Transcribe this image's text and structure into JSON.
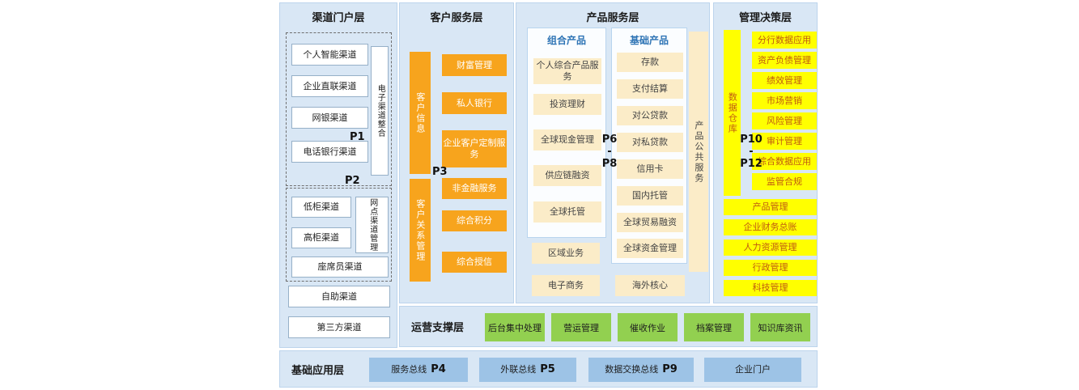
{
  "channel": {
    "title": "渠道门户层",
    "p1": "P1",
    "p2": "P2",
    "group1_items": [
      "个人智能渠道",
      "企业直联渠道",
      "网银渠道",
      "电话银行渠道"
    ],
    "group1_vertical": "电子渠道整合",
    "group2_items": [
      "低柜渠道",
      "高柜渠道"
    ],
    "group2_vertical": "网点渠道管理",
    "group2_bottom": "座席员渠道",
    "standalone": [
      "自助渠道",
      "第三方渠道"
    ]
  },
  "customer": {
    "title": "客户服务层",
    "p3": "P3",
    "info_vertical": "客户信息",
    "info_items": [
      "财富管理",
      "私人银行",
      "企业客户定制服务"
    ],
    "crm_vertical": "客户关系管理",
    "crm_items": [
      "非金融服务",
      "综合积分",
      "综合授信"
    ]
  },
  "product": {
    "title": "产品服务层",
    "p_range": "P6\n-\nP8",
    "combo_header": "组合产品",
    "combo_items": [
      "个人综合产品服务",
      "投资理财",
      "全球现金管理",
      "供应链融资",
      "全球托管"
    ],
    "basic_header": "基础产品",
    "basic_items": [
      "存款",
      "支付结算",
      "对公贷款",
      "对私贷款",
      "信用卡",
      "国内托管",
      "全球贸易融资",
      "全球资金管理"
    ],
    "public_vertical": "产品公共服务",
    "regional": "区域业务",
    "ecommerce": "电子商务",
    "overseas": "海外核心"
  },
  "management": {
    "title": "管理决策层",
    "p_range": "P10\n-\nP12",
    "warehouse_vertical": "数据仓库",
    "data_items": [
      "分行数据应用",
      "资产负债管理",
      "绩效管理",
      "市场营销",
      "风险管理",
      "审计管理",
      "综合数据应用",
      "监管合规"
    ],
    "admin_items": [
      "产品管理",
      "企业财务总账",
      "人力资源管理",
      "行政管理",
      "科技管理"
    ]
  },
  "operations": {
    "title": "运营支撑层",
    "items": [
      "后台集中处理",
      "营运管理",
      "催收作业",
      "档案管理",
      "知识库资讯"
    ]
  },
  "foundation": {
    "title": "基础应用层",
    "items": [
      {
        "label": "服务总线",
        "tag": "P4"
      },
      {
        "label": "外联总线",
        "tag": "P5"
      },
      {
        "label": "数据交换总线",
        "tag": "P9"
      },
      {
        "label": "企业门户",
        "tag": ""
      }
    ]
  },
  "colors": {
    "panel_bg": "#d9e7f5",
    "orange": "#f7a41d",
    "cream": "#fbecc8",
    "yellow": "#ffff00",
    "green": "#92d050",
    "blue": "#9dc3e6"
  }
}
